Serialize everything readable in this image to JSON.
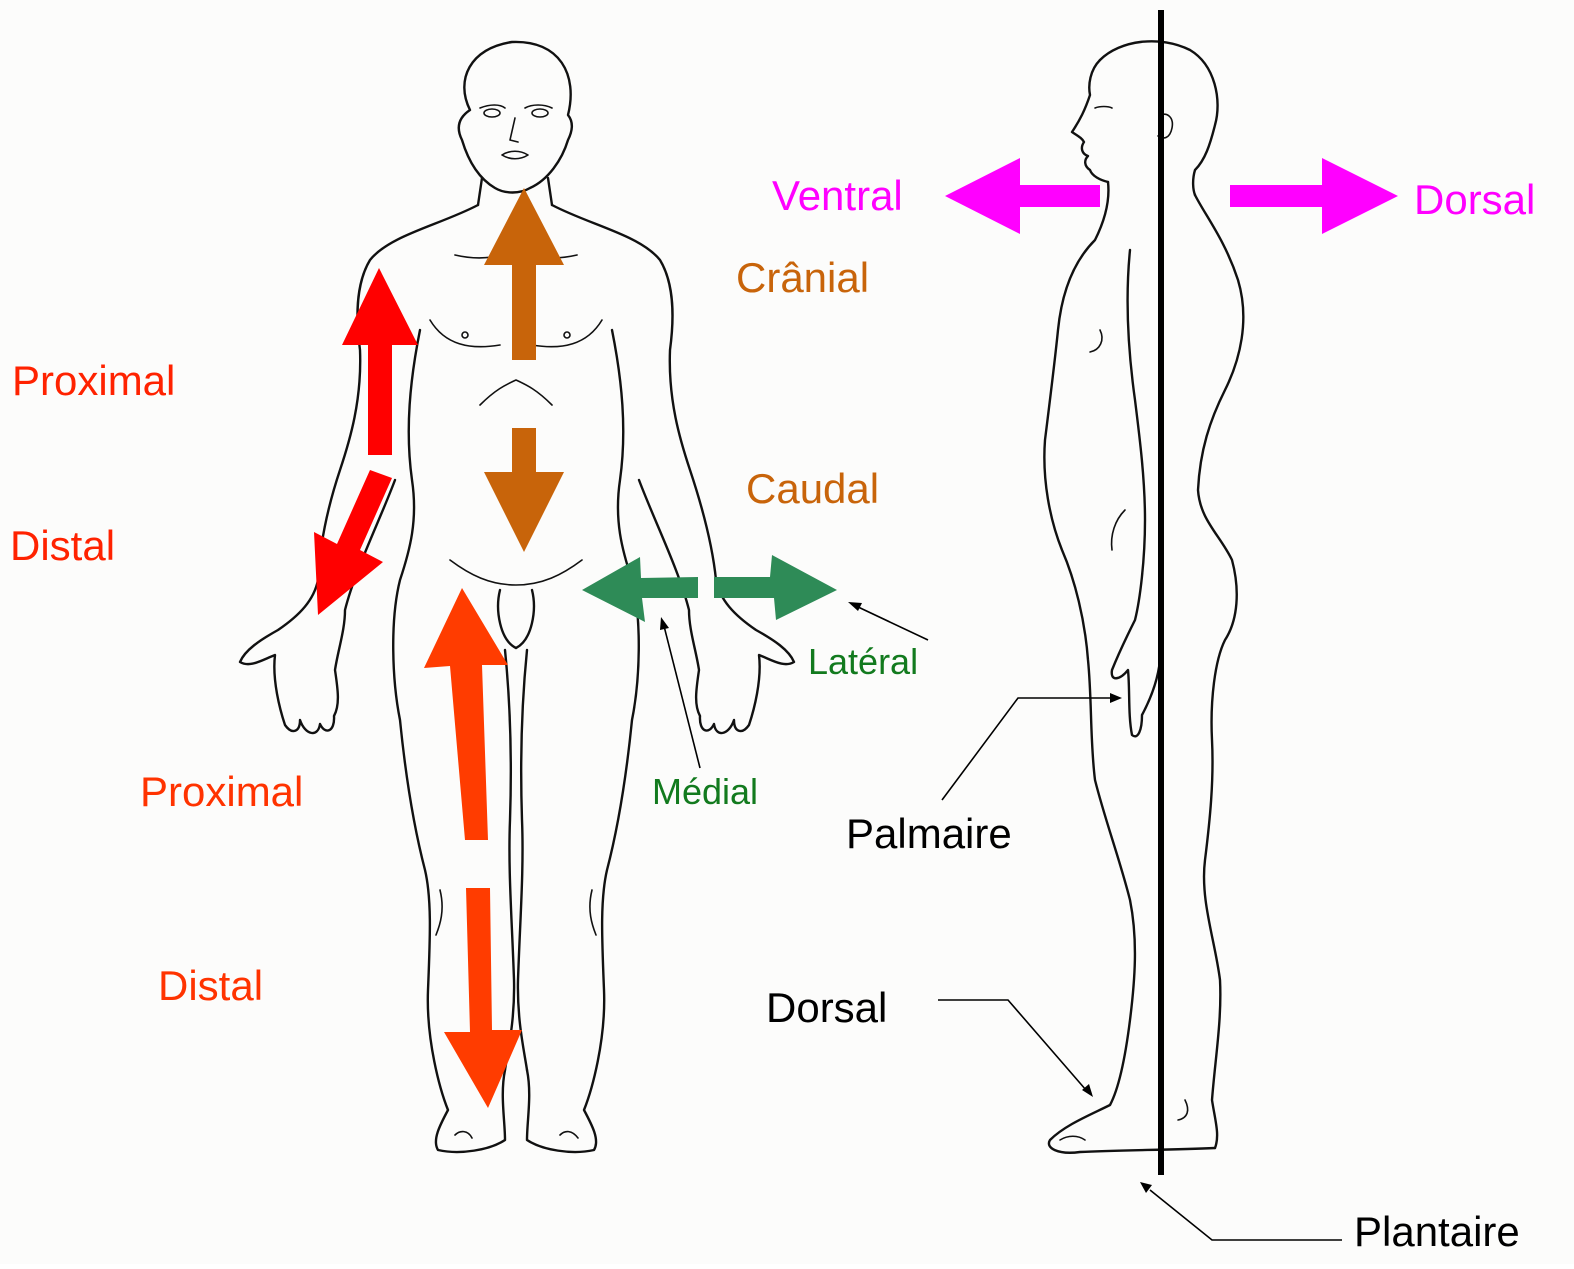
{
  "colors": {
    "ventral_dorsal": "#ff00ff",
    "cranial_caudal": "#c8640a",
    "arm_arrows": "#ff0000",
    "leg_arrows": "#ff3c00",
    "leg_labels": "#ff3300",
    "arm_labels": "#ff2200",
    "medial_lateral_arrow": "#2e8b57",
    "medial_lateral_label": "#127a1e",
    "black_labels": "#000000"
  },
  "labels": {
    "ventral": "Ventral",
    "dorsal_top": "Dorsal",
    "cranial": "Crânial",
    "caudal": "Caudal",
    "proximal_arm": "Proximal",
    "distal_arm": "Distal",
    "proximal_leg": "Proximal",
    "distal_leg": "Distal",
    "medial": "Médial",
    "lateral": "Latéral",
    "palmaire": "Palmaire",
    "dorsal_foot": "Dorsal",
    "plantaire": "Plantaire"
  },
  "icons": {
    "front_figure": "human-front-view",
    "side_figure": "human-side-view"
  }
}
